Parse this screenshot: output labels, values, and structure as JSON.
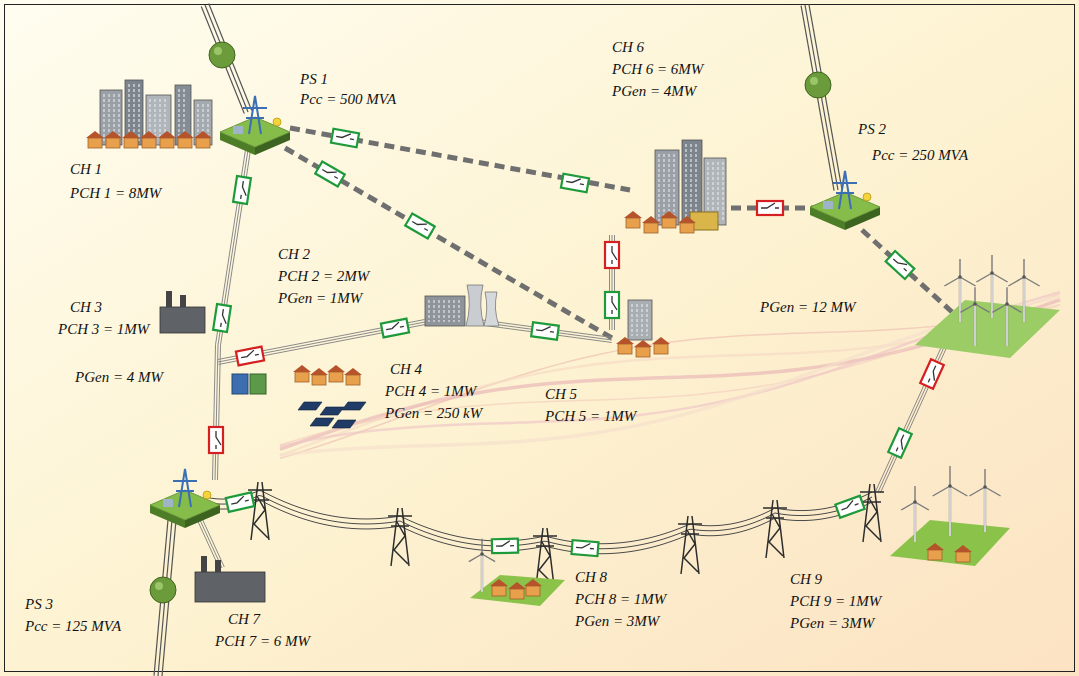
{
  "diagram": {
    "labels": [
      "PS 1",
      "Pcc = 500 MVA",
      "CH 6",
      "PCH 6 = 6MW",
      "PGen = 4MW",
      "PS 2",
      "Pcc = 250 MVA",
      "CH 1",
      "PCH 1 = 8MW",
      "CH 2",
      "PCH 2 = 2MW",
      "PGen = 1MW",
      "CH 3",
      "PCH 3 = 1MW",
      "PGen = 12 MW",
      "CH 5",
      "PCH 5 = 1MW",
      "CH 4",
      "PCH 4 = 1MW",
      "PGen = 250 kW",
      "PGen = 4 MW",
      "PS 3",
      "Pcc = 125 MVA",
      "CH 8",
      "PCH 8 = 1MW",
      "PGen = 3MW",
      "CH 9",
      "PCH 9 = 1MW",
      "PGen = 3MW",
      "CH 7",
      "PCH 7 = 6 MW"
    ]
  }
}
